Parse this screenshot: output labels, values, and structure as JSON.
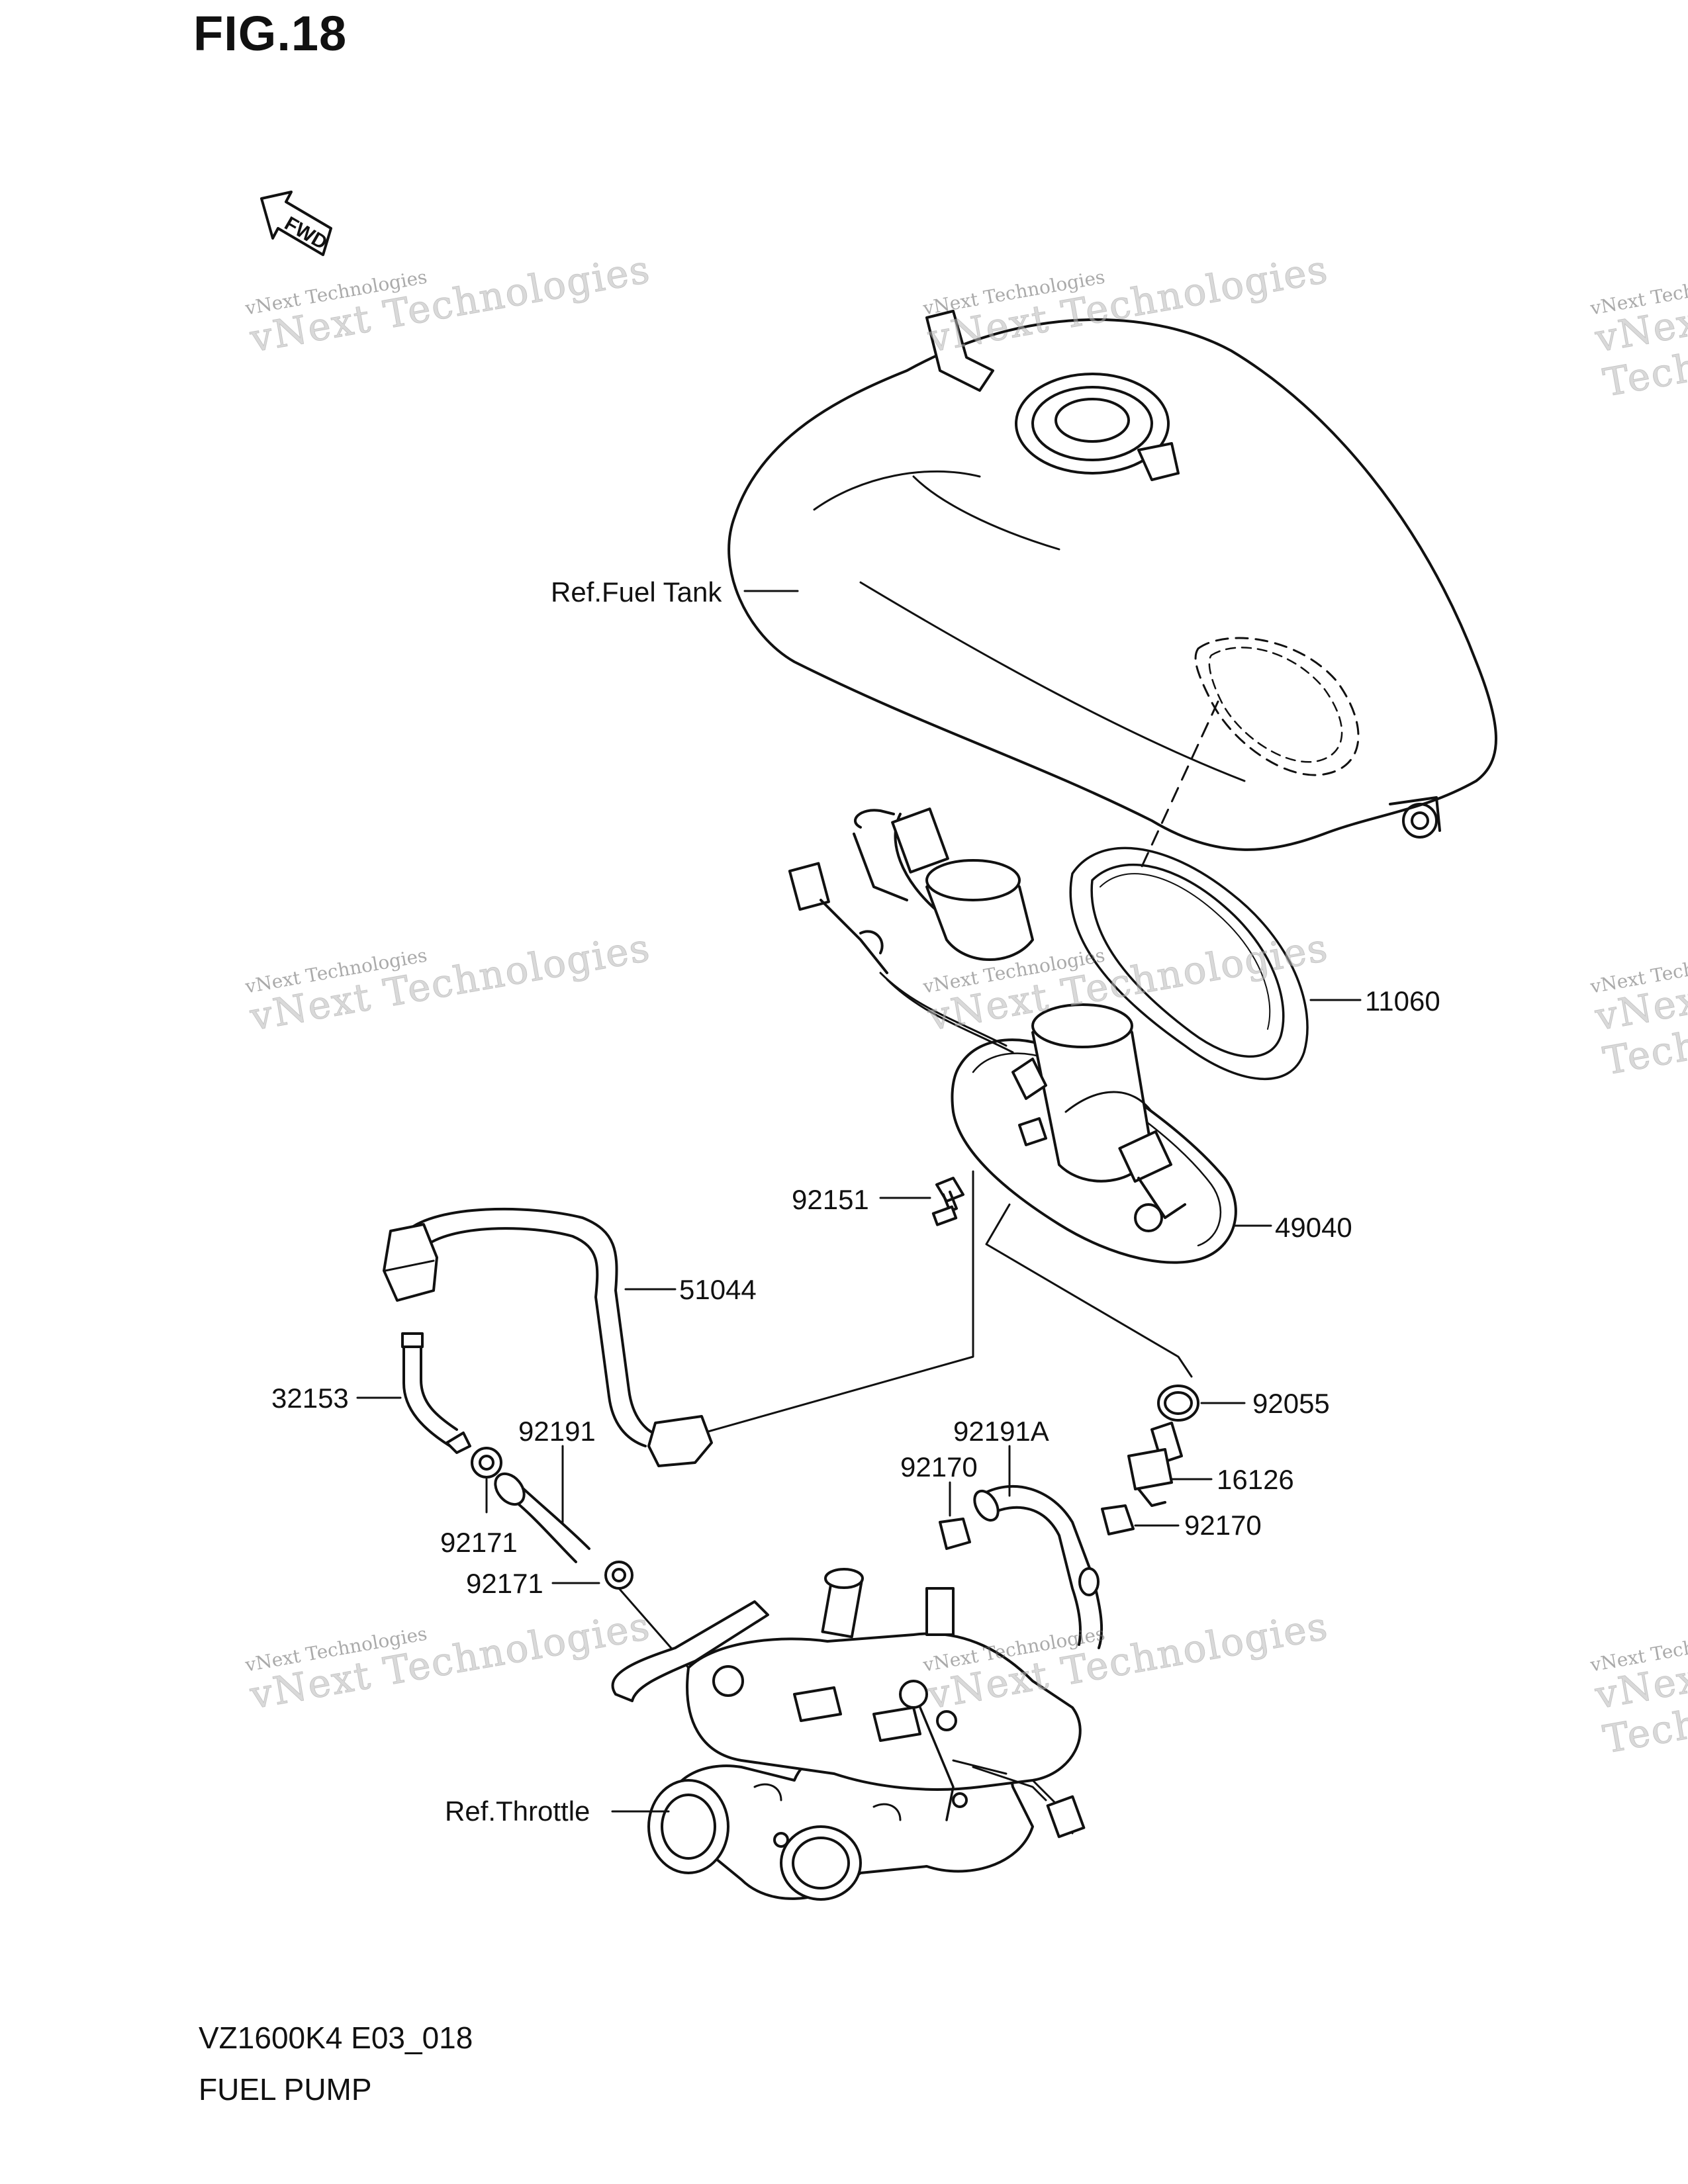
{
  "figure": {
    "title": "FIG.18",
    "model_code": "VZ1600K4 E03_018",
    "name": "FUEL PUMP",
    "direction_label": "FWD"
  },
  "callouts": {
    "fuel_tank": "Ref.Fuel Tank",
    "gasket": "11060",
    "pump_assembly": "49040",
    "pump_bolt": "92151",
    "fuel_hose": "51044",
    "pipe": "32153",
    "hose_92191": "92191",
    "hose_92191a": "92191A",
    "clamp_92170_left": "92170",
    "clamp_92170_right": "92170",
    "clamp_92171_upper": "92171",
    "clamp_92171_lower": "92171",
    "o_ring": "92055",
    "sensor": "16126",
    "throttle": "Ref.Throttle"
  },
  "watermarks": [
    {
      "line1": "vNext Technologies",
      "line2": "vNext Technologies"
    },
    {
      "line1": "vNext Technologies",
      "line2": "vNext Technologies"
    },
    {
      "line1": "vNext Technologies",
      "line2": "vNext Technologies"
    },
    {
      "line1": "vNext Technologies",
      "line2": "vNext Technologies"
    },
    {
      "line1": "vNext Technologies",
      "line2": "vNext Technologies"
    },
    {
      "line1": "vNext Technologies",
      "line2": "vNext Technologies"
    },
    {
      "line1": "vNext Technologies",
      "line2": "vNext Technologies"
    },
    {
      "line1": "vNext Technologies",
      "line2": "vNext Technologies"
    },
    {
      "line1": "vNext Technologies",
      "line2": "vNext Technologies"
    }
  ]
}
